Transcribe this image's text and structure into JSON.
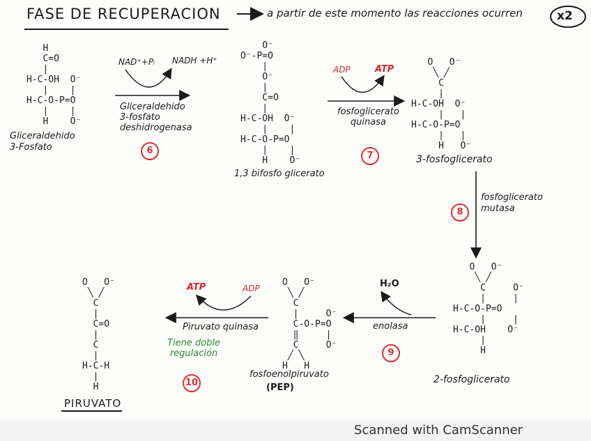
{
  "title": "FASE DE RECUPERACION",
  "note": "a partir de este momento las reacciones ocurren",
  "multiplier": "x2",
  "molecules": {
    "g3p": {
      "name": "Gliceraldehido 3-Fosfato",
      "structure": "   H\n   C=O\n   |\nH-C-OH  O⁻\n   |    |\nH-C-O-P=O\n   |    |\n   H    O⁻"
    },
    "bpg": {
      "name": "1,3 bifosfo glicerato",
      "structure": "    O⁻\nO⁻-P=O\n    |\n    O⁻\n    |\n    C=O\n    |\nH-C-OH  O⁻\n    |    |\nH-C-O-P=O\n    |    |\n    H    O⁻"
    },
    "pg3": {
      "name": "3-fosfoglicerato",
      "structure": "   O   O⁻\n    ╲ ╱\n     C\n     |\nH-C-OH  O⁻\n     |   |\nH-C-O-P=O\n     |   |\n     H   O⁻"
    },
    "pg2": {
      "name": "2-fosfoglicerato",
      "structure": "   O   O⁻\n    ╲ ╱\n     C     O⁻\n     |     |\nH-C-O-P=O\n     |     |\nH-C-OH    O⁻\n     |\n     H"
    },
    "pep": {
      "name": "fosfoenolpiruvato",
      "abbr": "(PEP)",
      "structure": "O   O⁻\n ╲ ╱\n  C\n  |     O⁻\n  C-O-P=O\n  ‖     |\n  C     O⁻\n ╱ ╲\nH   H"
    },
    "pyruvate": {
      "name": "PIRUVATO",
      "structure": "O   O⁻\n ╲ ╱\n  C\n  |\n  C=O\n  |\n  C\n  |\nH-C-H\n  |\n  H"
    }
  },
  "reactions": {
    "r6": {
      "number": "6",
      "enzyme": "Gliceraldehido\n3-fosfato\ndeshidrogenasa",
      "in": "NAD⁺+Pᵢ",
      "out": "NADH +H⁺"
    },
    "r7": {
      "number": "7",
      "enzyme": "fosfoglicerato\nquinasa",
      "in": "ADP",
      "out": "ATP"
    },
    "r8": {
      "number": "8",
      "enzyme": "fosfoglicerato\nmutasa"
    },
    "r9": {
      "number": "9",
      "enzyme": "enolasa",
      "out": "H₂O"
    },
    "r10": {
      "number": "10",
      "enzyme": "Piruvato quinasa",
      "in": "ADP",
      "out": "ATP",
      "note": "Tiene doble\nregulación"
    }
  },
  "footer": "Scanned with CamScanner",
  "colors": {
    "ink": "#1b1b1b",
    "red": "#d62828",
    "green": "#2e8b2e"
  }
}
